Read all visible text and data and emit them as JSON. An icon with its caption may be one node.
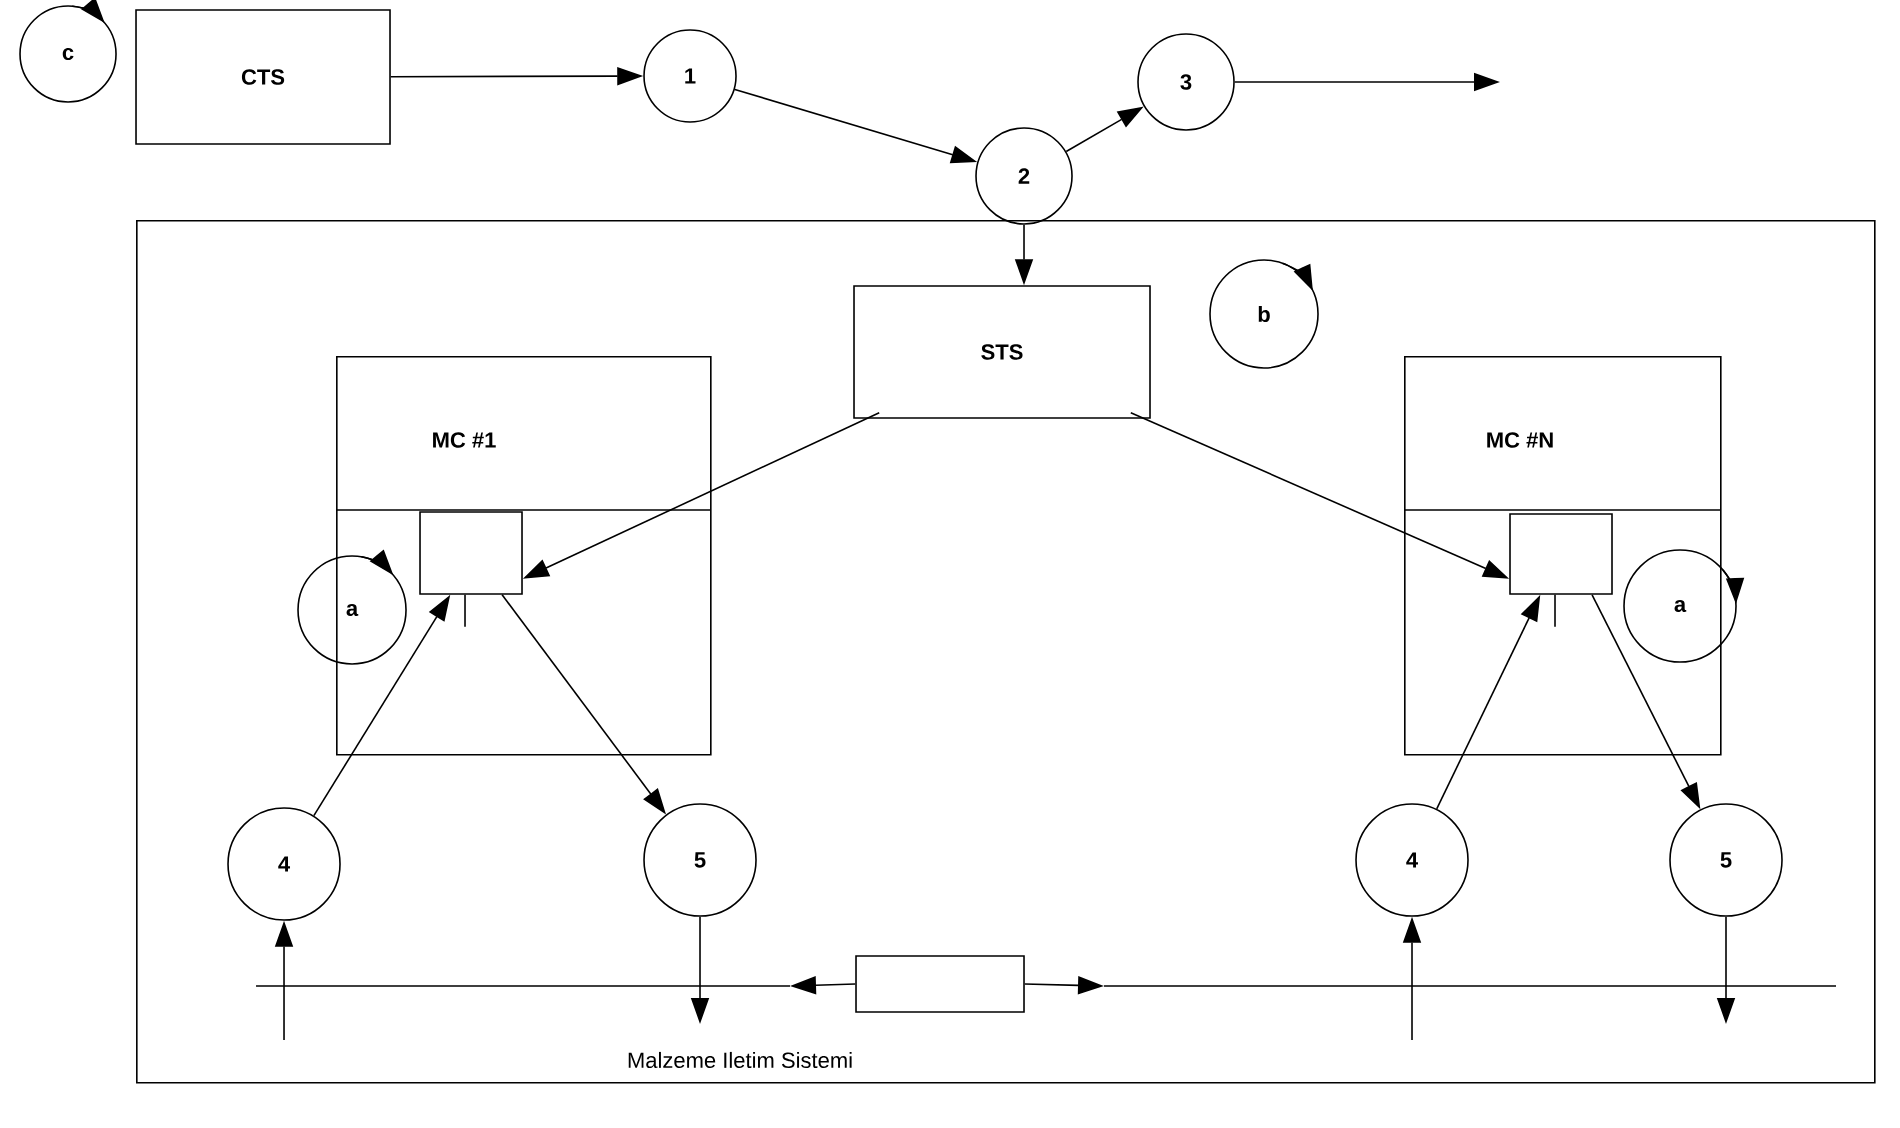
{
  "diagram": {
    "nodes": [
      {
        "text": [
          "c"
        ]
      },
      {
        "text": [
          "CTS"
        ]
      },
      {
        "text": [
          "1"
        ]
      },
      {
        "text": [
          "2"
        ]
      },
      {
        "text": [
          "3"
        ]
      },
      {
        "text": [
          "Malzeme Iletim Sistemi"
        ]
      },
      {
        "text": [
          "STS"
        ],
        "in": 5
      },
      {
        "text": [
          "b"
        ],
        "in": 5
      },
      {
        "text": [
          "MC #1"
        ],
        "in": 5
      },
      {
        "text": [],
        "shape": "box",
        "in": 8
      },
      {
        "text": [
          "a"
        ],
        "in": 5
      },
      {
        "text": [
          "MC #N"
        ],
        "in": 5
      },
      {
        "text": [],
        "shape": "box",
        "in": 11
      },
      {
        "text": [
          "a"
        ],
        "in": 11
      },
      {
        "text": [
          "4"
        ],
        "in": 5
      },
      {
        "text": [
          "5"
        ],
        "in": 5
      },
      {
        "text": [
          "4"
        ],
        "in": 5
      },
      {
        "text": [
          "5"
        ],
        "in": 5
      },
      {
        "text": [],
        "shape": "box",
        "in": 5
      }
    ],
    "edges": [
      {
        "from": 1,
        "to": 2,
        "arrow": "to"
      },
      {
        "from": 2,
        "to": 3,
        "arrow": "to"
      },
      {
        "from": 3,
        "to": 4,
        "arrow": "to"
      },
      {
        "from": 4,
        "to": null,
        "arrow": "to"
      },
      {
        "from": 3,
        "to": 6,
        "arrow": "to"
      },
      {
        "from": 6,
        "to": 9,
        "arrow": "to"
      },
      {
        "from": 6,
        "to": 12,
        "arrow": "to"
      },
      {
        "from": 14,
        "to": 9,
        "arrow": "to"
      },
      {
        "from": 9,
        "to": 15,
        "arrow": "to"
      },
      {
        "from": 16,
        "to": 12,
        "arrow": "to"
      },
      {
        "from": 12,
        "to": 17,
        "arrow": "to"
      },
      {
        "from": null,
        "to": 14,
        "arrow": "to"
      },
      {
        "from": 15,
        "to": null,
        "arrow": "to"
      },
      {
        "from": null,
        "to": 16,
        "arrow": "to"
      },
      {
        "from": 17,
        "to": null,
        "arrow": "to"
      },
      {
        "from": 18,
        "to": null,
        "arrow": "to"
      },
      {
        "from": 18,
        "to": null,
        "arrow": "to"
      }
    ]
  }
}
